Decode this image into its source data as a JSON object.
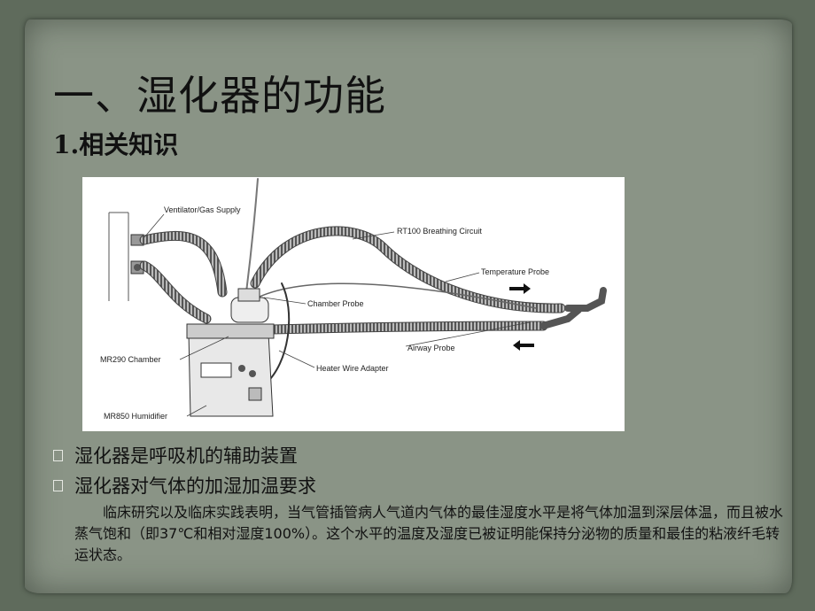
{
  "slide": {
    "title": "一、湿化器的功能",
    "subtitle": "1.相关知识"
  },
  "diagram": {
    "labels": {
      "ventilator": "Ventilator/Gas Supply",
      "circuit": "RT100 Breathing Circuit",
      "temp_probe": "Temperature Probe",
      "chamber_probe": "Chamber Probe",
      "chamber": "MR290 Chamber",
      "airway_probe": "Airway Probe",
      "heater_adapter": "Heater Wire Adapter",
      "humidifier": "MR850 Humidifier"
    }
  },
  "bullets": [
    "湿化器是呼吸机的辅助装置",
    "湿化器对气体的加湿加温要求"
  ],
  "paragraph": "临床研究以及临床实践表明，当气管插管病人气道内气体的最佳湿度水平是将气体加温到深层体温，而且被水蒸气饱和（即37℃和相对湿度100%）。这个水平的温度及湿度已被证明能保持分泌物的质量和最佳的粘液纤毛转运状态。"
}
